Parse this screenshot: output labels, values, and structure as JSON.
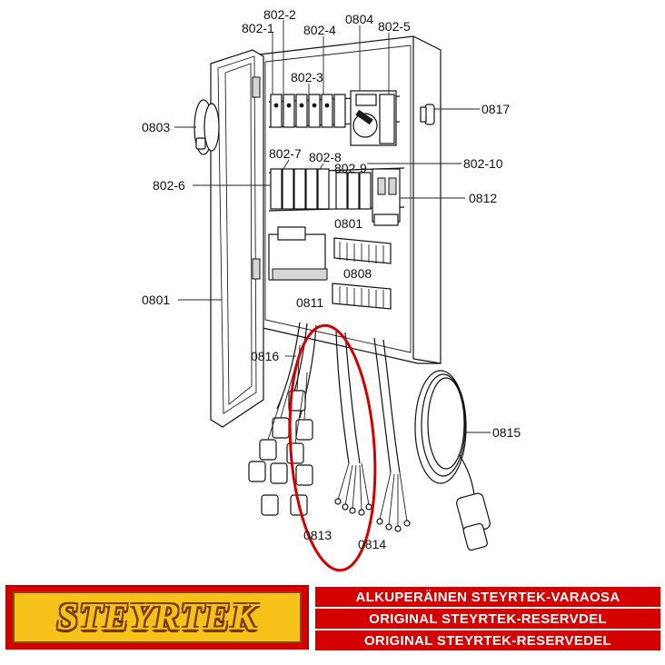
{
  "labels": {
    "l802_2": "802-2",
    "l802_1": "802-1",
    "l802_4": "802-4",
    "l0804": "0804",
    "l802_5": "802-5",
    "l802_3": "802-3",
    "l0803": "0803",
    "l0817": "0817",
    "l802_7": "802-7",
    "l802_8": "802-8",
    "l802_9": "802-9",
    "l802_10": "802-10",
    "l802_6": "802-6",
    "l0812": "0812",
    "l0801_inner": "0801",
    "l0808": "0808",
    "l0801_door": "0801",
    "l0811": "0811",
    "l0816": "0816",
    "l0815": "0815",
    "l0813": "0813",
    "l0814": "0814"
  },
  "highlight_color": "#d40000",
  "logo": {
    "text": "STEYRTEK"
  },
  "banners": [
    "ALKUPERÄINEN STEYRTEK-VARAOSA",
    "ORIGINAL STEYRTEK-RESERVDEL",
    "ORIGINAL STEYRTEK-RESERVEDEL"
  ]
}
